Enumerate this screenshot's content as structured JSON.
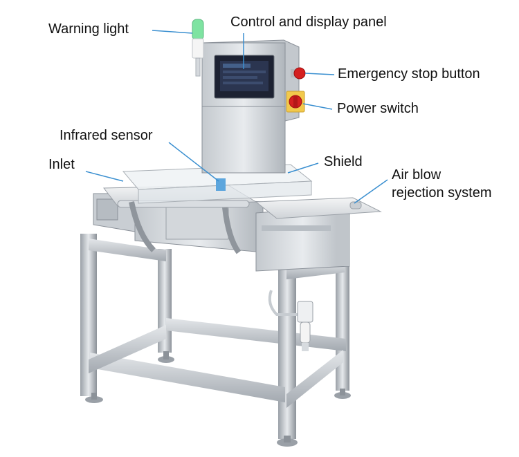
{
  "labels": {
    "warning_light": "Warning light",
    "control_panel": "Control and display panel",
    "emergency_stop": "Emergency stop button",
    "power_switch": "Power switch",
    "infrared_sensor": "Infrared sensor",
    "inlet": "Inlet",
    "shield": "Shield",
    "air_blow_line1": "Air blow",
    "air_blow_line2": "rejection system"
  },
  "colors": {
    "leader_line": "#3a8fd0",
    "steel_light": "#dcdfe3",
    "steel_mid": "#b7bcc2",
    "steel_dark": "#8a9098",
    "screen": "#2b3550",
    "estop": "#d42020",
    "switch_plate": "#f2c94c",
    "warning_green": "#7ee3a1"
  },
  "icons": {
    "warning_light": "signal-tower-icon",
    "emergency_stop": "red-mushroom-button-icon",
    "power_switch": "rotary-switch-icon"
  }
}
